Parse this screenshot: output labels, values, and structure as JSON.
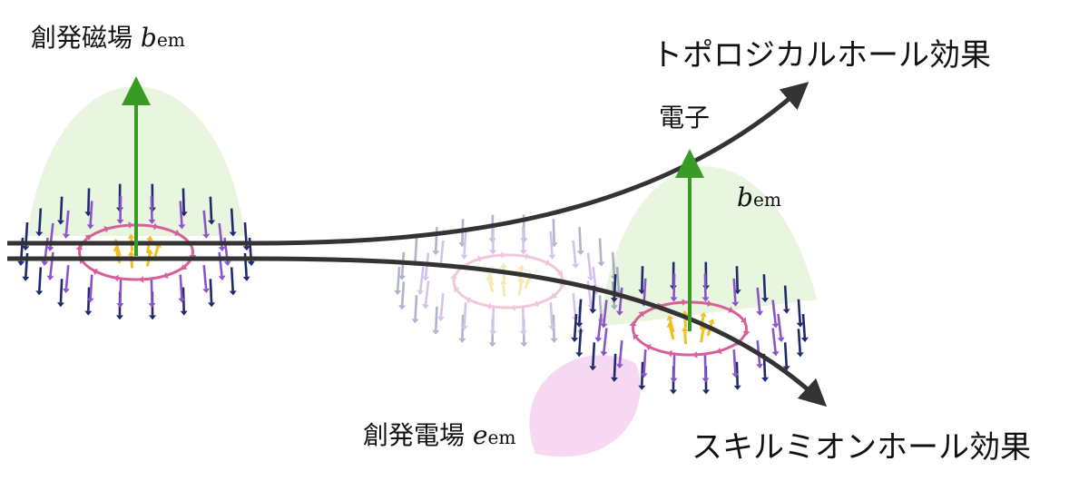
{
  "labels": {
    "emergent_magnetic_field": {
      "text": "創発磁場",
      "symbol": "b",
      "sub": "em"
    },
    "topological_hall_effect": "トポロジカルホール効果",
    "electron": "電子",
    "bem_right": {
      "symbol": "b",
      "sub": "em"
    },
    "emergent_electric_field": {
      "text": "創発電場",
      "symbol": "e",
      "sub": "em"
    },
    "skyrmion_hall_effect": "スキルミオンホール効果"
  },
  "colors": {
    "field_arrow": "#3a9a26",
    "bump_fill": "#d6ecc4",
    "pink_bump": "#f2c8ec",
    "outer_spin": "#1f2a6e",
    "mid_spin": "#8a55c8",
    "ring": "#d8609a",
    "core_spin": "#f0c020",
    "track": "#333333"
  }
}
